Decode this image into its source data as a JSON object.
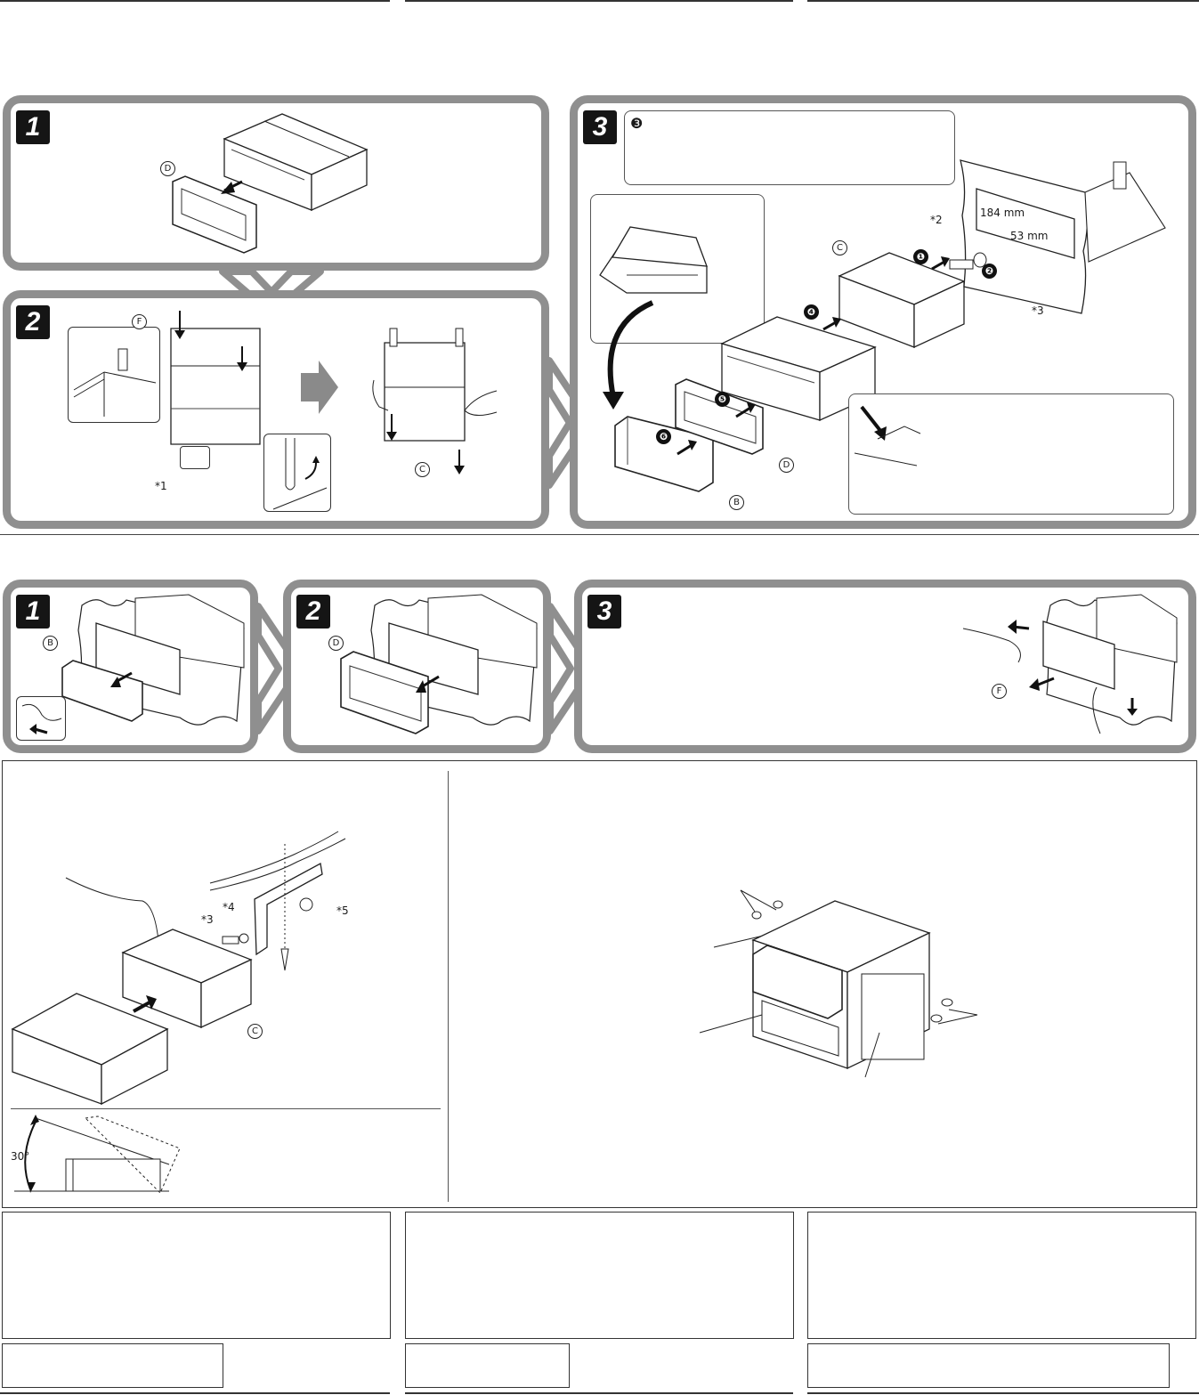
{
  "callout_labels": {
    "letters": {
      "B": "B",
      "C": "C",
      "D": "D",
      "F": "F"
    },
    "asterisks": {
      "a1": "*1",
      "a2": "*2",
      "a3": "*3",
      "a4": "*4",
      "a5": "*5"
    },
    "dims": {
      "width": "184 mm",
      "height": "53 mm"
    },
    "angle": "30°"
  },
  "install_steps": [
    {
      "num": "1"
    },
    {
      "num": "2"
    },
    {
      "num": "3"
    }
  ],
  "removal_steps": [
    {
      "num": "1"
    },
    {
      "num": "2"
    },
    {
      "num": "3"
    }
  ],
  "sequence_marks": [
    "❶",
    "❷",
    "❸",
    "❹",
    "❺",
    "❻"
  ],
  "colors": {
    "panel_border": "#8f8f8f",
    "step_badge": "#151515"
  }
}
